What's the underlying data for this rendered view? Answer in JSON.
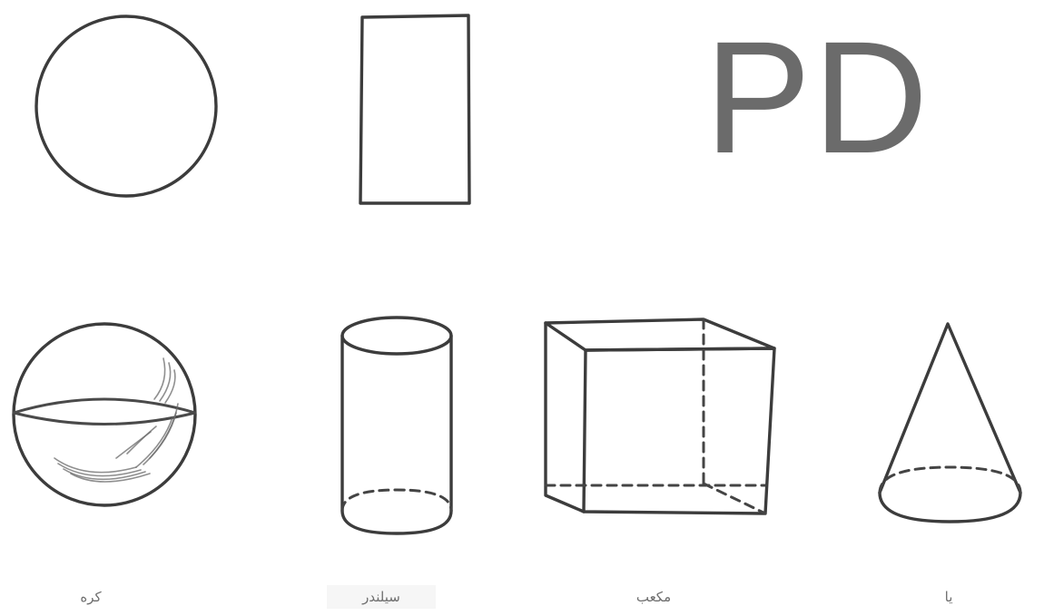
{
  "logo": {
    "text": "PD"
  },
  "shapes_2d": [
    {
      "name": "circle"
    },
    {
      "name": "rectangle"
    }
  ],
  "shapes_3d": [
    {
      "name": "sphere",
      "label": "کره"
    },
    {
      "name": "cylinder",
      "label": "سیلندر"
    },
    {
      "name": "cube",
      "label": "مکعب"
    },
    {
      "name": "cone",
      "label": "یا"
    }
  ],
  "colors": {
    "background": "#ffffff",
    "stroke": "#3c3c3c",
    "logo": "#6b6b6b",
    "caption": "#6e6e6e"
  }
}
